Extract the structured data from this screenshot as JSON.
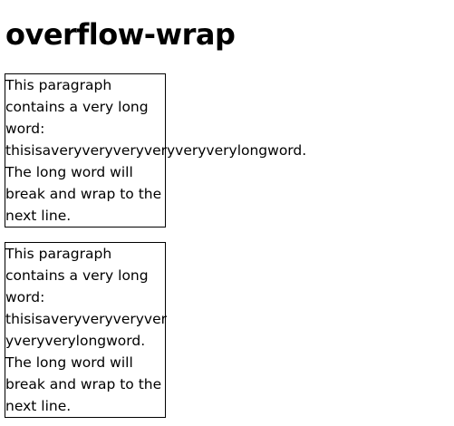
{
  "page": {
    "title": "overflow-wrap"
  },
  "examples": [
    {
      "mode": "normal",
      "lines": [
        "This paragraph",
        "contains a very long",
        "word:",
        "thisisaveryveryveryveryveryverylongword.",
        "The long word will",
        "break and wrap to the",
        "next line."
      ]
    },
    {
      "mode": "break-word",
      "lines": [
        "This paragraph",
        "contains a very long",
        "word:",
        "thisisaveryveryveryver",
        "yveryverylongword.",
        "The long word will",
        "break and wrap to the",
        "next line."
      ]
    }
  ]
}
